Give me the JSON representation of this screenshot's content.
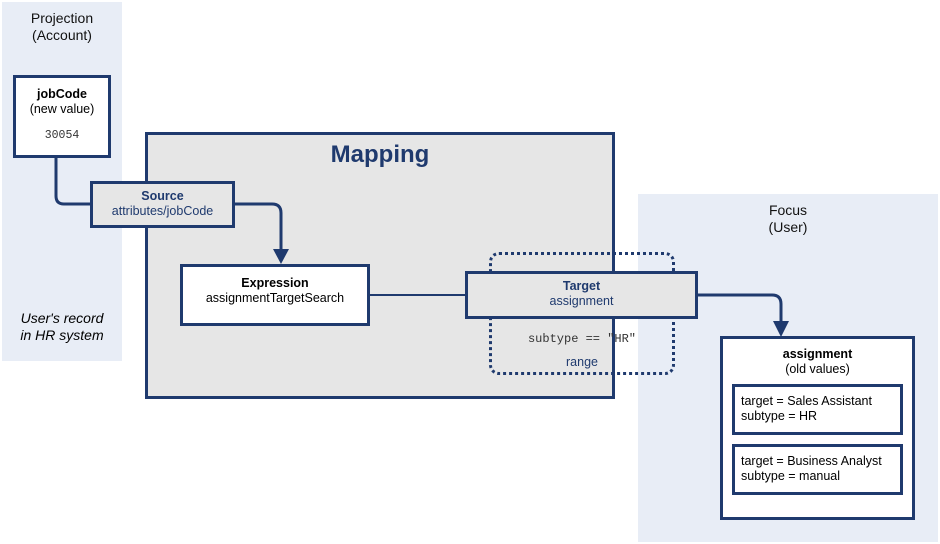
{
  "projection": {
    "title_line1": "Projection",
    "title_line2": "(Account)",
    "note_line1": "User's record",
    "note_line2": "in HR system",
    "jobcode": {
      "title": "jobCode",
      "subtitle": "(new value)",
      "value": "30054"
    }
  },
  "mapping": {
    "title": "Mapping",
    "source": {
      "title": "Source",
      "path": "attributes/jobCode"
    },
    "expression": {
      "title": "Expression",
      "name": "assignmentTargetSearch"
    },
    "target": {
      "title": "Target",
      "name": "assignment"
    },
    "range": {
      "condition": "subtype == \"HR\"",
      "label": "range"
    }
  },
  "focus": {
    "title_line1": "Focus",
    "title_line2": "(User)",
    "assignment": {
      "title": "assignment",
      "subtitle": "(old values)",
      "values": [
        {
          "target": "target = Sales Assistant",
          "subtype": "subtype = HR"
        },
        {
          "target": "target = Business Analyst",
          "subtype": "subtype = manual"
        }
      ]
    }
  },
  "colors": {
    "navy": "#1f3a6e",
    "panel": "#e8edf6",
    "mapping_bg": "#e6e6e6"
  }
}
